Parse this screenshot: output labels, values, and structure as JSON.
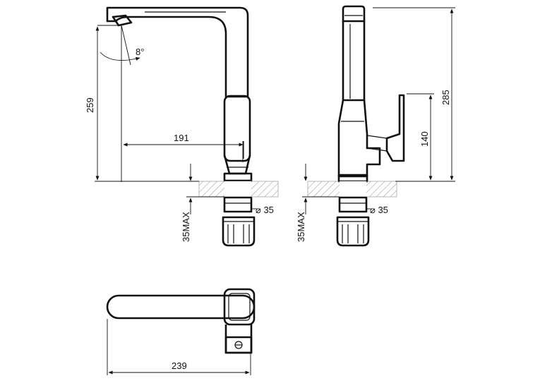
{
  "drawing": {
    "angle_label": "8°",
    "reach_label": "191",
    "height_left_label": "259",
    "height_right_label": "285",
    "lever_height_label": "140",
    "diameter_left_label": "⌀ 35",
    "diameter_right_label": "⌀ 35",
    "max_thickness_left_label": "35MAX",
    "max_thickness_right_label": "35MAX",
    "top_length_label": "239"
  }
}
